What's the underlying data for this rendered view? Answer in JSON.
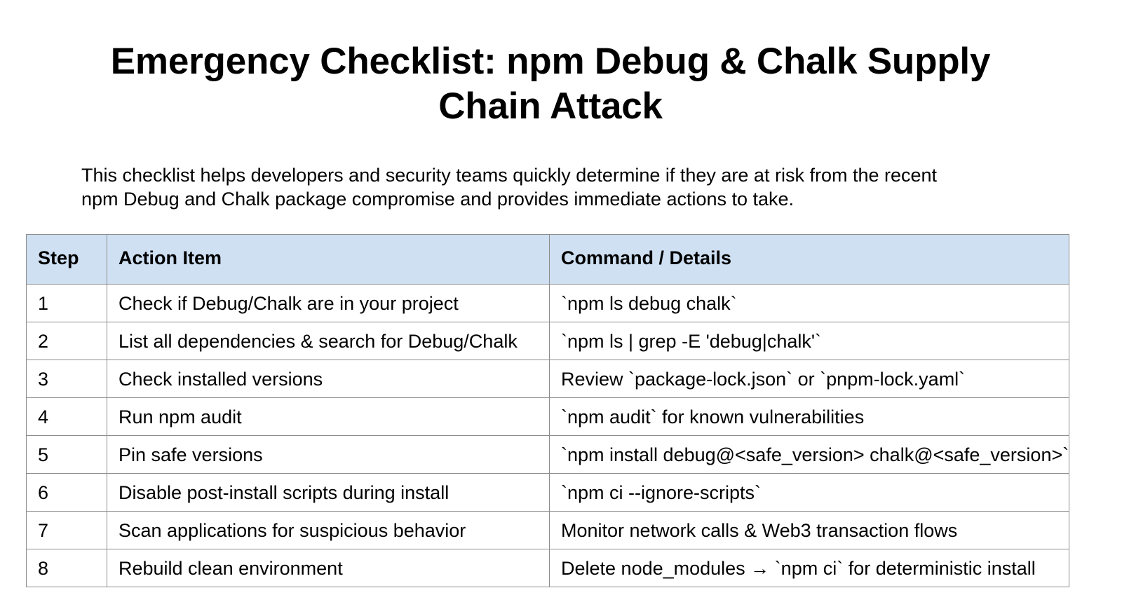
{
  "document": {
    "title_line1": "Emergency Checklist: npm Debug & Chalk Supply",
    "title_line2": "Chain Attack",
    "intro_line1": "This checklist helps developers and security teams quickly determine if they are at risk from the recent",
    "intro_line2": "npm Debug and Chalk package compromise and provides immediate actions to take."
  },
  "table": {
    "headers": [
      "Step",
      "Action Item",
      "Command / Details"
    ],
    "header_bg": "#cfe0f3",
    "rows": [
      {
        "step": "1",
        "action": "Check if Debug/Chalk are in your project",
        "details": "`npm ls debug chalk`"
      },
      {
        "step": "2",
        "action": "List all dependencies & search for Debug/Chalk",
        "details": "`npm ls | grep -E 'debug|chalk'`"
      },
      {
        "step": "3",
        "action": "Check installed versions",
        "details": "Review `package-lock.json` or `pnpm-lock.yaml`"
      },
      {
        "step": "4",
        "action": "Run npm audit",
        "details": "`npm audit` for known vulnerabilities"
      },
      {
        "step": "5",
        "action": "Pin safe versions",
        "details": "`npm install debug@<safe_version> chalk@<safe_version>`"
      },
      {
        "step": "6",
        "action": "Disable post-install scripts during install",
        "details": "`npm ci --ignore-scripts`"
      },
      {
        "step": "7",
        "action": "Scan applications for suspicious behavior",
        "details": "Monitor network calls & Web3 transaction flows"
      },
      {
        "step": "8",
        "action": "Rebuild clean environment",
        "details": "Delete node_modules → `npm ci` for deterministic install"
      }
    ]
  }
}
